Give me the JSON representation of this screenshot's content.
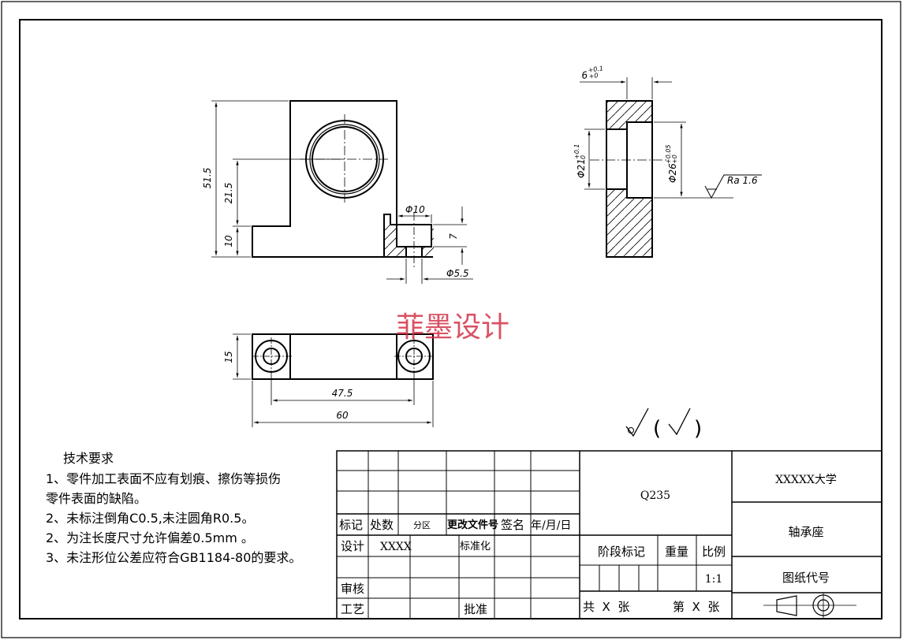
{
  "watermark": "菲墨设计",
  "dimensions": {
    "front_height_total": "51.5",
    "front_height_mid": "21.5",
    "front_height_base": "10",
    "hole_counterbore_dia": "Φ10",
    "hole_counterbore_depth": "7",
    "hole_through_dia": "Φ5.5",
    "top_depth": "15",
    "top_hole_spacing": "47.5",
    "top_length": "60",
    "side_width": "6",
    "side_width_tol_upper": "+0.1",
    "side_width_tol_lower": "+0",
    "side_bore_small": "Φ21",
    "side_bore_small_tol_upper": "+0.1",
    "side_bore_small_tol_lower": "0",
    "side_bore_large": "Φ26",
    "side_bore_large_tol_upper": "+0.05",
    "side_bore_large_tol_lower": "+0",
    "roughness": "Ra 1.6"
  },
  "general_finish": {
    "open": "(",
    "close": ")"
  },
  "requirements": {
    "title": "技术要求",
    "items": [
      "1、零件加工表面不应有划痕、擦伤等损伤",
      "零件表面的缺陷。",
      "2、未标注倒角C0.5,未注圆角R0.5。",
      "2、为注长度尺寸允许偏差0.5mm 。",
      "3、未注形位公差应符合GB1184-80的要求。"
    ]
  },
  "title_block": {
    "h_mark": "标记",
    "h_count": "处数",
    "h_zone": "分区",
    "h_docno": "更改文件号",
    "h_sign": "签名",
    "h_date": "年/月/日",
    "r_design": "设计",
    "designer": "XXXX",
    "r_standard": "标准化",
    "r_review": "审核",
    "r_process": "工艺",
    "r_approve": "批准",
    "material": "Q235",
    "stage_mark": "阶段标记",
    "weight": "重量",
    "scale_label": "比例",
    "scale_value": "1:1",
    "total_sheets": "共  X  张",
    "sheet_no": "第  X  张",
    "university": "XXXXX大学",
    "part_name": "轴承座",
    "drawing_no": "图纸代号"
  }
}
